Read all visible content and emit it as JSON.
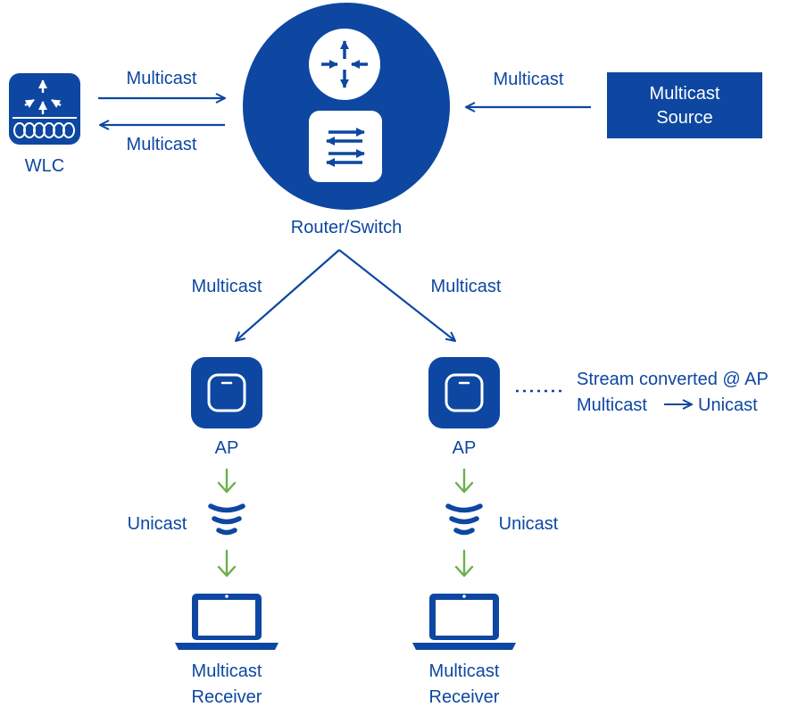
{
  "colors": {
    "primary": "#0d47a1",
    "accent_green": "#6ab04c",
    "background": "#ffffff"
  },
  "wlc": {
    "label": "WLC",
    "icon": "wlc-controller-icon"
  },
  "router": {
    "label": "Router/Switch",
    "icons": [
      "router-icon",
      "switch-icon"
    ]
  },
  "source": {
    "line1": "Multicast",
    "line2": "Source"
  },
  "edges": {
    "wlc_to_router": "Multicast",
    "router_to_wlc": "Multicast",
    "source_to_router": "Multicast",
    "router_to_ap_left": "Multicast",
    "router_to_ap_right": "Multicast"
  },
  "ap_left": {
    "label": "AP",
    "icon": "access-point-icon"
  },
  "ap_right": {
    "label": "AP",
    "icon": "access-point-icon"
  },
  "note": {
    "line1": "Stream converted @ AP",
    "line2_from": "Multicast",
    "line2_to": "Unicast"
  },
  "unicast_left": "Unicast",
  "unicast_right": "Unicast",
  "receiver_left": {
    "line1": "Multicast",
    "line2": "Receiver",
    "icon": "laptop-icon"
  },
  "receiver_right": {
    "line1": "Multicast",
    "line2": "Receiver",
    "icon": "laptop-icon"
  }
}
